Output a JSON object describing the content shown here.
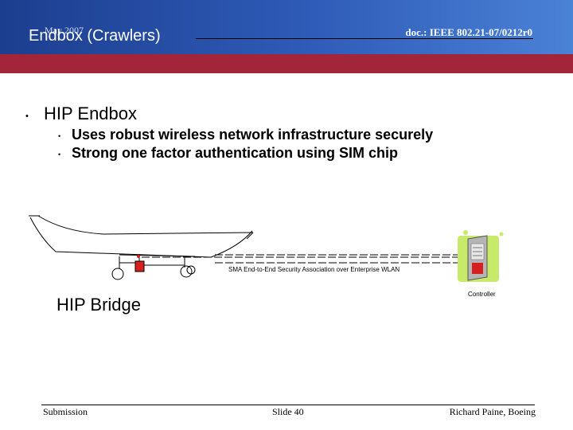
{
  "header": {
    "date": "May 2007",
    "title": "Endbox (Crawlers)",
    "doc": "doc.: IEEE 802.21-07/0212r0"
  },
  "bullets": {
    "main": "HIP Endbox",
    "sub": [
      "Uses robust wireless network infrastructure securely",
      "Strong one factor authentication using SIM chip"
    ]
  },
  "diagram": {
    "sa_label": "SMA End-to-End Security Association over Enterprise WLAN",
    "controller_label": "Controller",
    "bridge_label": "HIP Bridge"
  },
  "footer": {
    "left": "Submission",
    "center": "Slide 40",
    "right": "Richard Paine, Boeing"
  }
}
